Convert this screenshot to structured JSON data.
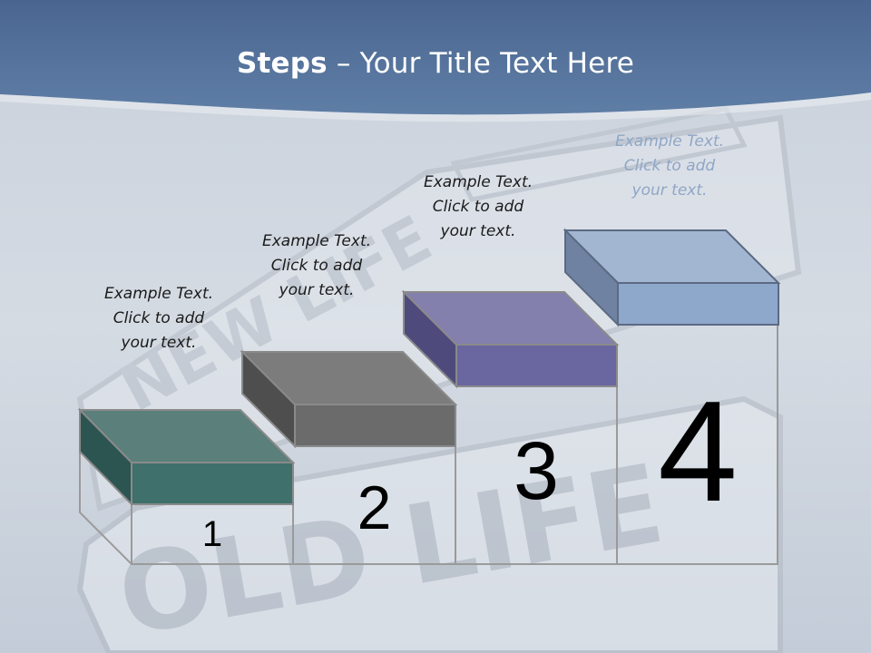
{
  "slide": {
    "title_bold": "Steps",
    "title_rest": " – Your Title Text Here"
  },
  "steps": [
    {
      "number": "1",
      "caption": [
        "Example Text.",
        "Click  to add",
        "your text."
      ],
      "color": "#3f706b"
    },
    {
      "number": "2",
      "caption": [
        "Example Text.",
        "Click  to add",
        "your text."
      ],
      "color": "#6b6b6b"
    },
    {
      "number": "3",
      "caption": [
        "Example Text.",
        "Click  to add",
        "your text."
      ],
      "color": "#6a66a0"
    },
    {
      "number": "4",
      "caption": [
        "Example Text.",
        "Click  to add",
        "your text."
      ],
      "color": "#8ea8cc"
    }
  ],
  "background": {
    "sign_top_text": "NEW LIFE",
    "sign_bottom_text": "OLD LIFE"
  }
}
